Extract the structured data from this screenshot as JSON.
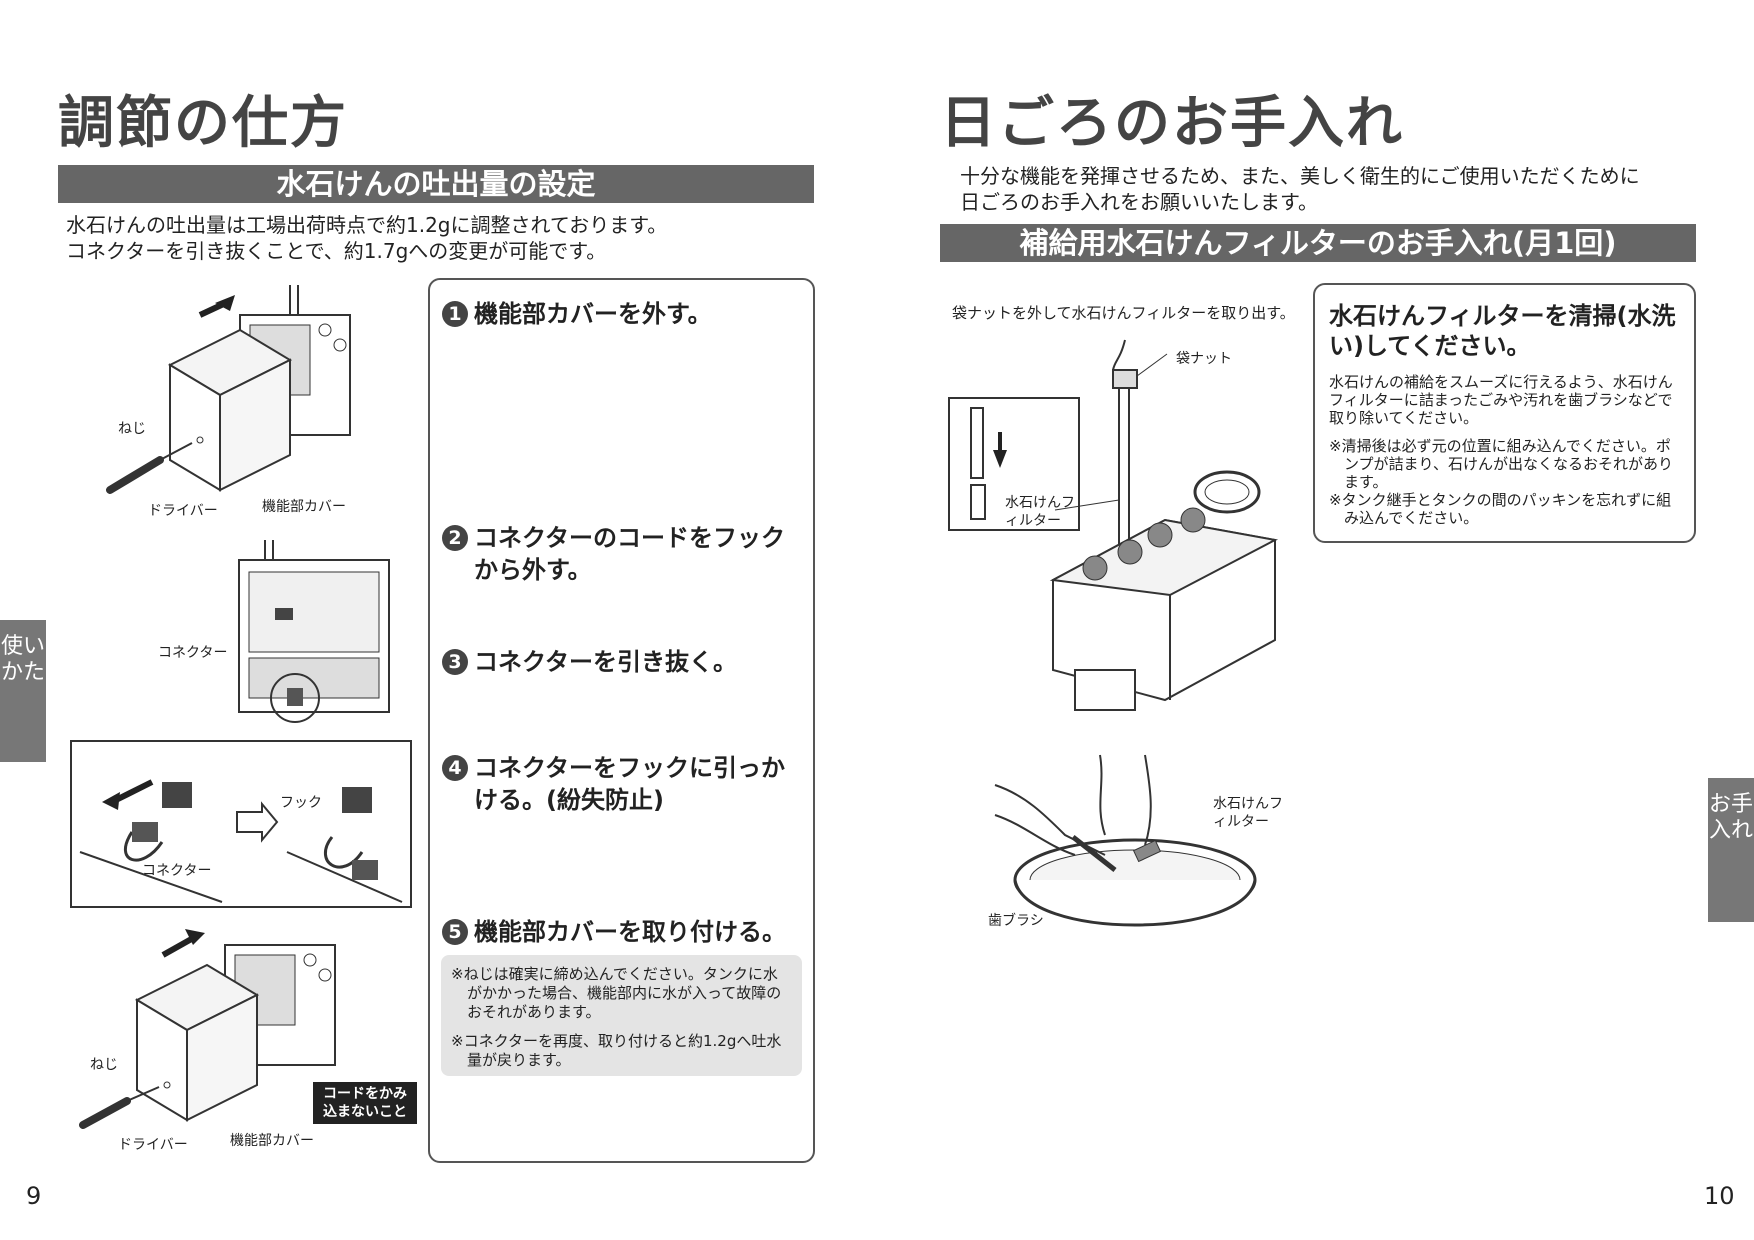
{
  "left": {
    "title": "調節の仕方",
    "section_heading": "水石けんの吐出量の設定",
    "intro_line1": "水石けんの吐出量は工場出荷時点で約1.2gに調整されております。",
    "intro_line2": "コネクターを引き抜くことで、約1.7gへの変更が可能です。",
    "steps": [
      {
        "num": "1",
        "text": "機能部カバーを外す。"
      },
      {
        "num": "2",
        "text": "コネクターのコードをフックから外す。"
      },
      {
        "num": "3",
        "text": "コネクターを引き抜く。"
      },
      {
        "num": "4",
        "text": "コネクターをフックに引っかける。(紛失防止)"
      },
      {
        "num": "5",
        "text": "機能部カバーを取り付ける。"
      }
    ],
    "notes": [
      "※ねじは確実に締め込んでください。タンクに水がかかった場合、機能部内に水が入って故障のおそれがあります。",
      "※コネクターを再度、取り付けると約1.2gへ吐水量が戻ります。"
    ],
    "fig_labels": {
      "screw1": "ねじ",
      "driver1": "ドライバー",
      "cover1": "機能部カバー",
      "connector1": "コネクター",
      "hook": "フック",
      "connector2": "コネクター",
      "screw2": "ねじ",
      "driver2": "ドライバー",
      "cover2": "機能部カバー"
    },
    "warning": "コードをかみ込まないこと",
    "side_tab": "使いかた",
    "page_number": "9"
  },
  "right": {
    "title": "日ごろのお手入れ",
    "intro_line1": "十分な機能を発揮させるため、また、美しく衛生的にご使用いただくために",
    "intro_line2": "日ごろのお手入れをお願いいたします。",
    "section_heading": "補給用水石けんフィルターのお手入れ(月1回)",
    "caption": "袋ナットを外して水石けんフィルターを取り出す。",
    "fig_labels": {
      "nut": "袋ナット",
      "filter1": "水石けんフィルター",
      "filter2": "水石けんフィルター",
      "brush": "歯ブラシ"
    },
    "callout": {
      "title": "水石けんフィルターを清掃(水洗い)してください。",
      "body": "水石けんの補給をスムーズに行えるよう、水石けんフィルターに詰まったごみや汚れを歯ブラシなどで取り除いてください。",
      "notes": [
        "※清掃後は必ず元の位置に組み込んでください。ポンプが詰まり、石けんが出なくなるおそれがあります。",
        "※タンク継手とタンクの間のパッキンを忘れずに組み込んでください。"
      ]
    },
    "side_tab": "お手入れ",
    "page_number": "10"
  }
}
